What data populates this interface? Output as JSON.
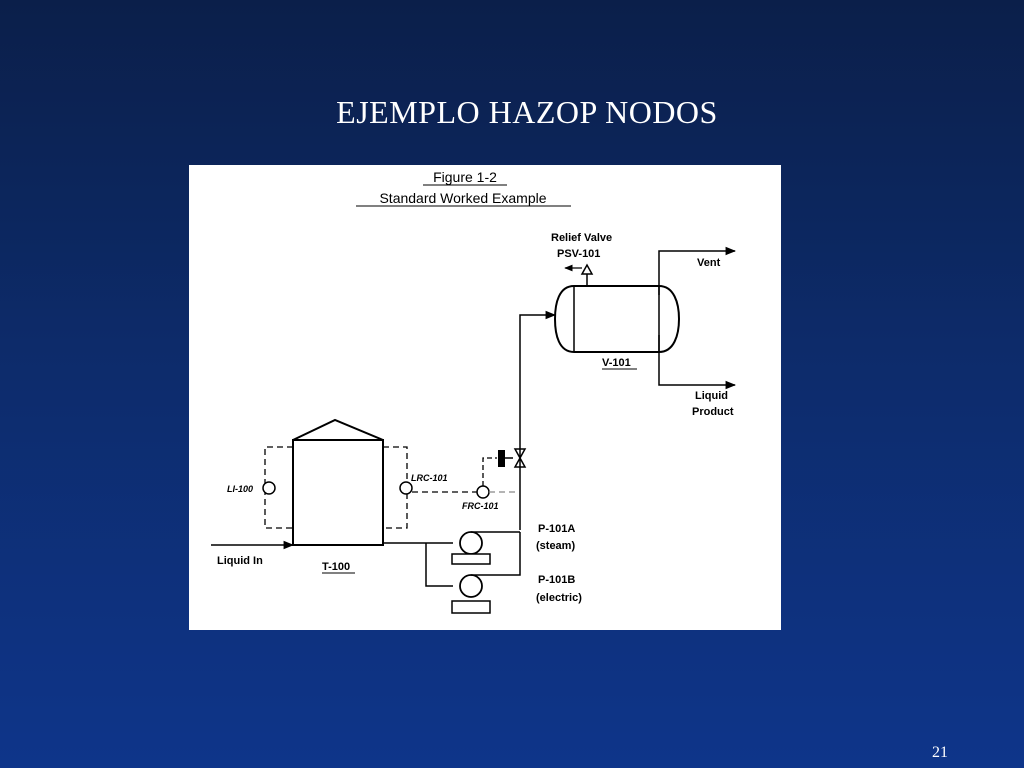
{
  "slide": {
    "title": "EJEMPLO HAZOP NODOS",
    "page_number": "21",
    "background_color": "#0d2b6a",
    "title_color": "#ffffff"
  },
  "figure": {
    "number": "Figure 1-2",
    "caption": "Standard Worked Example",
    "labels": {
      "relief_valve": "Relief Valve",
      "psv": "PSV-101",
      "vent": "Vent",
      "vessel": "V-101",
      "liquid_product_1": "Liquid",
      "liquid_product_2": "Product",
      "li": "LI-100",
      "lrc": "LRC-101",
      "frc": "FRC-101",
      "liquid_in": "Liquid In",
      "tank": "T-100",
      "pump_a": "P-101A",
      "pump_a_type": "(steam)",
      "pump_b": "P-101B",
      "pump_b_type": "(electric)"
    }
  }
}
